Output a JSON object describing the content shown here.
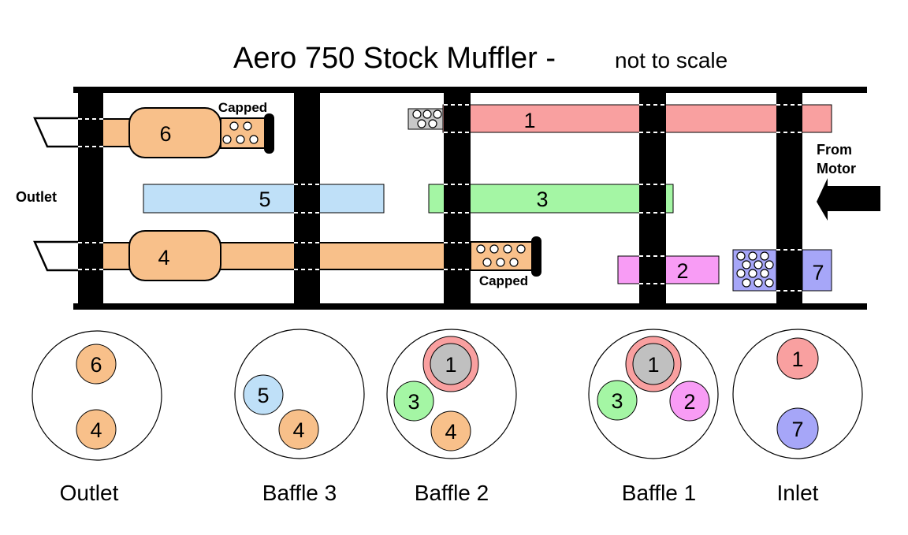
{
  "title": {
    "main": "Aero 750 Stock Muffler -",
    "sub": "not to scale"
  },
  "labels": {
    "outlet": "Outlet",
    "from": "From",
    "motor": "Motor",
    "capped": "Capped"
  },
  "tubes": {
    "t1": "1",
    "t2": "2",
    "t3": "3",
    "t4": "4",
    "t5": "5",
    "t6": "6",
    "t7": "7"
  },
  "cross_sections": [
    {
      "caption": "Outlet",
      "holes": [
        "6",
        "4"
      ]
    },
    {
      "caption": "Baffle 3",
      "holes": [
        "5",
        "4"
      ]
    },
    {
      "caption": "Baffle 2",
      "holes": [
        "1",
        "3",
        "4"
      ]
    },
    {
      "caption": "Baffle 1",
      "holes": [
        "1",
        "3",
        "2"
      ]
    },
    {
      "caption": "Inlet",
      "holes": [
        "1",
        "7"
      ]
    }
  ],
  "colors": {
    "tube1": "#f9a0a0",
    "tube2": "#f89cf5",
    "tube3": "#a4f6a4",
    "tube4": "#f8c08a",
    "tube5": "#bfe0f8",
    "tube6": "#f8c08a",
    "tube7": "#a6a6f8",
    "perforated_gray": "#c8c8c8",
    "black": "#000000"
  }
}
